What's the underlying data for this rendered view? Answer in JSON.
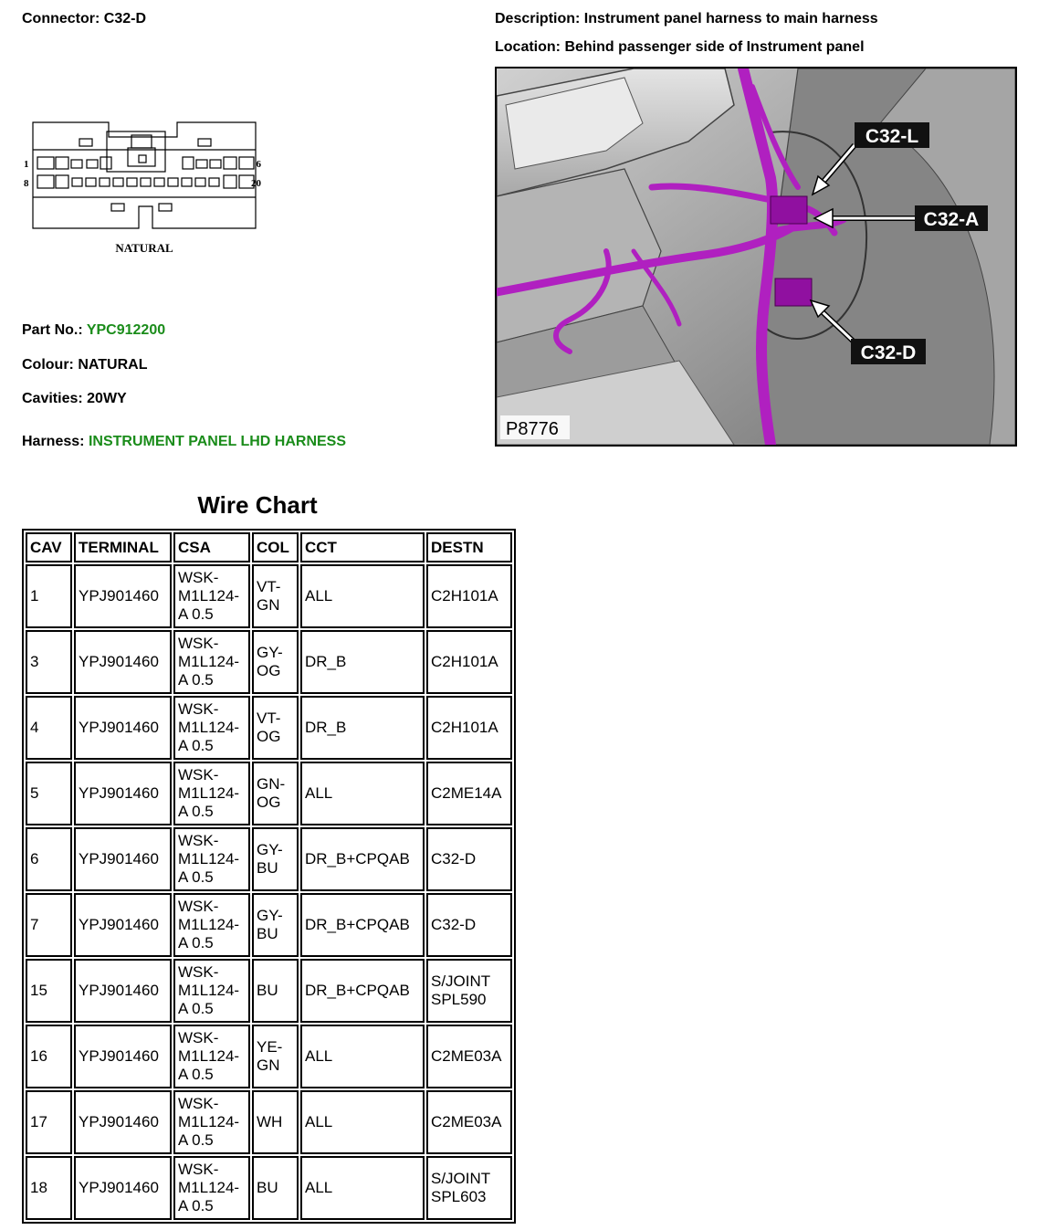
{
  "connector": {
    "label": "Connector:",
    "value": "C32-D"
  },
  "description": {
    "label": "Description:",
    "value": "Instrument panel harness to main harness"
  },
  "location": {
    "label": "Location:",
    "value": "Behind passenger side of Instrument panel"
  },
  "diagram": {
    "pin_1": "1",
    "pin_6": "6",
    "pin_8": "8",
    "pin_20": "20",
    "colour_label": "NATURAL"
  },
  "photo": {
    "callout_l": "C32-L",
    "callout_a": "C32-A",
    "callout_d": "C32-D",
    "figure_id": "P8776"
  },
  "part_no": {
    "label": "Part No.:",
    "value": "YPC912200"
  },
  "colour": {
    "label": "Colour:",
    "value": "NATURAL"
  },
  "cavities": {
    "label": "Cavities:",
    "value": "20WY"
  },
  "harness": {
    "label": "Harness:",
    "value": "INSTRUMENT PANEL LHD HARNESS"
  },
  "wire_chart": {
    "title": "Wire Chart",
    "headers": [
      "CAV",
      "TERMINAL",
      "CSA",
      "COL",
      "CCT",
      "DESTN"
    ],
    "rows": [
      [
        "1",
        "YPJ901460",
        "WSK-\nM1L124-\nA 0.5",
        "VT-\nGN",
        "ALL",
        "C2H101A"
      ],
      [
        "3",
        "YPJ901460",
        "WSK-\nM1L124-\nA 0.5",
        "GY-\nOG",
        "DR_B",
        "C2H101A"
      ],
      [
        "4",
        "YPJ901460",
        "WSK-\nM1L124-\nA 0.5",
        "VT-\nOG",
        "DR_B",
        "C2H101A"
      ],
      [
        "5",
        "YPJ901460",
        "WSK-\nM1L124-\nA 0.5",
        "GN-\nOG",
        "ALL",
        "C2ME14A"
      ],
      [
        "6",
        "YPJ901460",
        "WSK-\nM1L124-\nA 0.5",
        "GY-\nBU",
        "DR_B+CPQAB",
        "C32-D"
      ],
      [
        "7",
        "YPJ901460",
        "WSK-\nM1L124-\nA 0.5",
        "GY-\nBU",
        "DR_B+CPQAB",
        "C32-D"
      ],
      [
        "15",
        "YPJ901460",
        "WSK-\nM1L124-\nA 0.5",
        "BU",
        "DR_B+CPQAB",
        "S/JOINT\nSPL590"
      ],
      [
        "16",
        "YPJ901460",
        "WSK-\nM1L124-\nA 0.5",
        "YE-\nGN",
        "ALL",
        "C2ME03A"
      ],
      [
        "17",
        "YPJ901460",
        "WSK-\nM1L124-\nA 0.5",
        "WH",
        "ALL",
        "C2ME03A"
      ],
      [
        "18",
        "YPJ901460",
        "WSK-\nM1L124-\nA 0.5",
        "BU",
        "ALL",
        "S/JOINT\nSPL603"
      ]
    ]
  },
  "colors": {
    "link_green": "#1a8c1a",
    "harness_purple": "#b020c0"
  }
}
